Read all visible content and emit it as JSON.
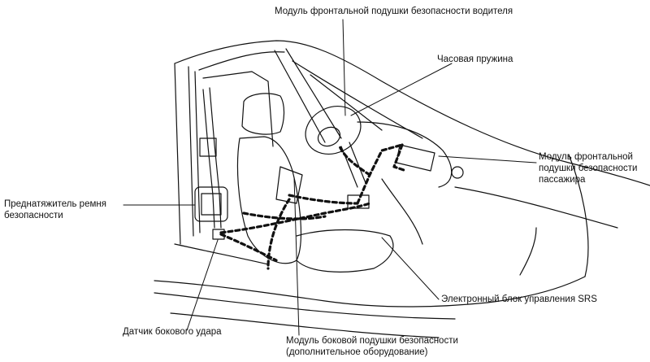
{
  "labels": {
    "driver_airbag": "Модуль фронтальной подушки безопасности водителя",
    "clock_spring": "Часовая пружина",
    "passenger_airbag": [
      "Модуль фронтальной",
      "подушки безопасности",
      "пассажира"
    ],
    "pretensioner": [
      "Преднатяжитель ремня",
      "безопасности"
    ],
    "srs_ecu": "Электронный блок управления SRS",
    "side_impact_sensor": "Датчик бокового удара",
    "side_airbag": [
      "Модуль боковой подушки безопасности",
      "(дополнительное оборудование)"
    ]
  },
  "colors": {
    "line": "#111111",
    "background": "#ffffff"
  }
}
